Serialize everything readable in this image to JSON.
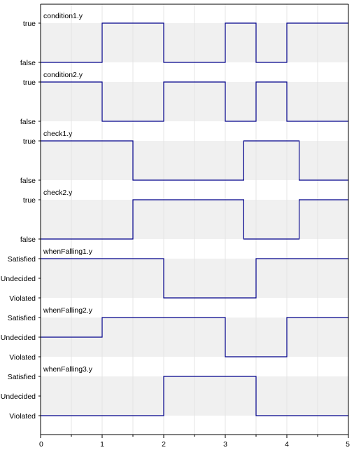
{
  "chart_data": {
    "type": "line",
    "step": true,
    "xlim": [
      0,
      5
    ],
    "x_ticks": [
      "0",
      "1",
      "2",
      "3",
      "4",
      "5"
    ],
    "grid": true,
    "line_color": "#00008b",
    "band_color": "#f0f0f0",
    "panels": [
      {
        "title": "condition1.y",
        "levels": [
          "false",
          "true"
        ],
        "steps": [
          [
            0,
            "false"
          ],
          [
            1,
            "true"
          ],
          [
            2,
            "false"
          ],
          [
            3,
            "true"
          ],
          [
            3.5,
            "false"
          ],
          [
            4,
            "true"
          ],
          [
            5,
            "true"
          ]
        ]
      },
      {
        "title": "condition2.y",
        "levels": [
          "false",
          "true"
        ],
        "steps": [
          [
            0,
            "true"
          ],
          [
            1,
            "false"
          ],
          [
            2,
            "true"
          ],
          [
            3,
            "false"
          ],
          [
            3.5,
            "true"
          ],
          [
            4,
            "false"
          ],
          [
            5,
            "false"
          ]
        ]
      },
      {
        "title": "check1.y",
        "levels": [
          "false",
          "true"
        ],
        "steps": [
          [
            0,
            "true"
          ],
          [
            1.5,
            "false"
          ],
          [
            3.3,
            "true"
          ],
          [
            4.2,
            "false"
          ],
          [
            5,
            "false"
          ]
        ]
      },
      {
        "title": "check2.y",
        "levels": [
          "false",
          "true"
        ],
        "steps": [
          [
            0,
            "false"
          ],
          [
            1.5,
            "true"
          ],
          [
            3.3,
            "false"
          ],
          [
            4.2,
            "true"
          ],
          [
            5,
            "true"
          ]
        ]
      },
      {
        "title": "whenFalling1.y",
        "levels": [
          "Violated",
          "Undecided",
          "Satisfied"
        ],
        "steps": [
          [
            0,
            "Satisfied"
          ],
          [
            2,
            "Violated"
          ],
          [
            3.5,
            "Satisfied"
          ],
          [
            5,
            "Satisfied"
          ]
        ]
      },
      {
        "title": "whenFalling2.y",
        "levels": [
          "Violated",
          "Undecided",
          "Satisfied"
        ],
        "steps": [
          [
            0,
            "Undecided"
          ],
          [
            1,
            "Satisfied"
          ],
          [
            3,
            "Violated"
          ],
          [
            4,
            "Satisfied"
          ],
          [
            5,
            "Satisfied"
          ]
        ]
      },
      {
        "title": "whenFalling3.y",
        "levels": [
          "Violated",
          "Undecided",
          "Satisfied"
        ],
        "steps": [
          [
            0,
            "Violated"
          ],
          [
            2,
            "Satisfied"
          ],
          [
            3.5,
            "Violated"
          ],
          [
            5,
            "Violated"
          ]
        ]
      }
    ]
  }
}
